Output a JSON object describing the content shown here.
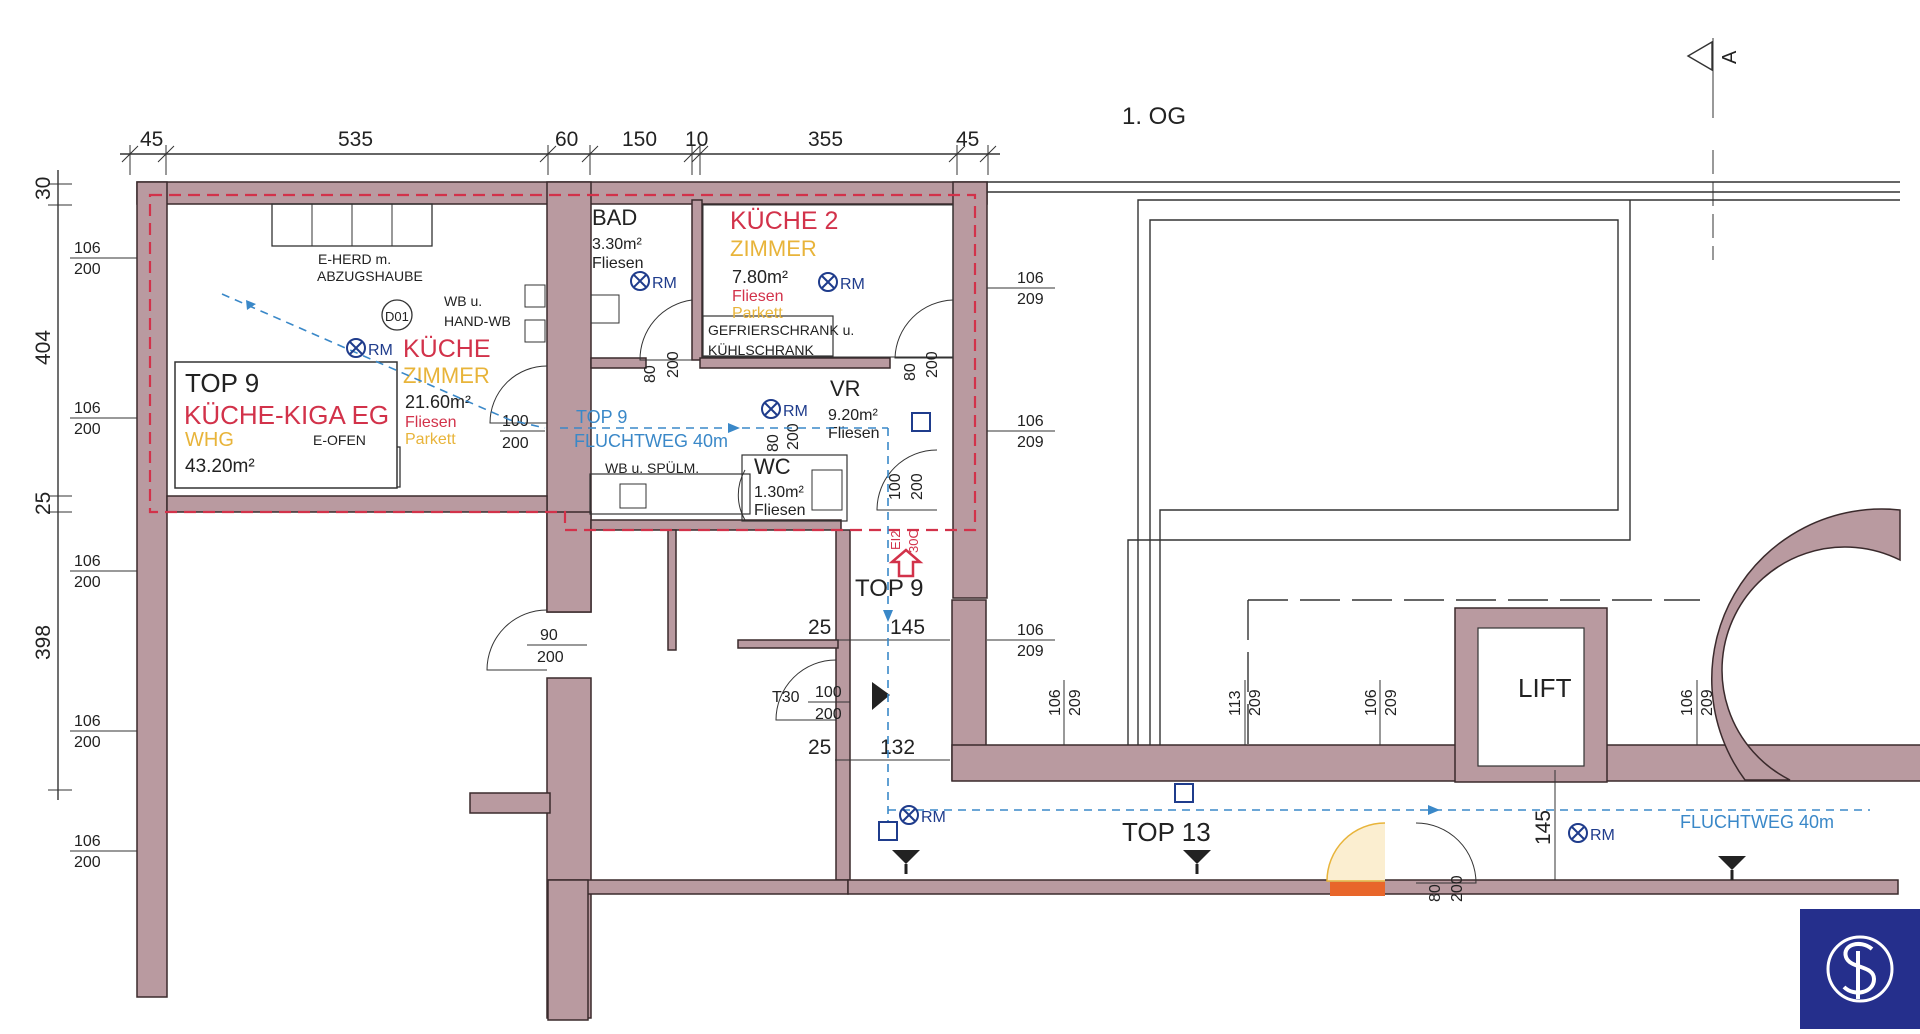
{
  "floor_label": "1. OG",
  "section_marker": "A",
  "dims_top": [
    "45",
    "535",
    "60",
    "150",
    "10",
    "355",
    "45"
  ],
  "dims_left": [
    "30",
    "404",
    "25",
    "398"
  ],
  "window_dims": {
    "w106_200": [
      "106",
      "200"
    ],
    "w106_209": [
      "106",
      "209"
    ],
    "w113_209": [
      "113",
      "209"
    ]
  },
  "rooms": {
    "kueche_zimmer": {
      "title_1": "KÜCHE",
      "title_2": "ZIMMER",
      "area": "21.60m²",
      "floor_1": "Fliesen",
      "floor_2": "Parkett"
    },
    "bad": {
      "title": "BAD",
      "area": "3.30m²",
      "floor": "Fliesen"
    },
    "kueche2": {
      "title_1": "KÜCHE 2",
      "title_2": "ZIMMER",
      "area": "7.80m²",
      "floor_1": "Fliesen",
      "floor_2": "Parkett"
    },
    "vr": {
      "title": "VR",
      "area": "9.20m²",
      "floor": "Fliesen"
    },
    "wc": {
      "title": "WC",
      "area": "1.30m²",
      "floor": "Fliesen"
    }
  },
  "unit_box": {
    "top": "TOP 9",
    "name": "KÜCHE-KIGA EG",
    "type": "WHG",
    "area": "43.20m²"
  },
  "labels": {
    "eherd_1": "E-HERD m.",
    "eherd_2": "ABZUGSHAUBE",
    "wb_1": "WB u.",
    "wb_2": "HAND-WB",
    "d01": "D01",
    "eofen": "E-OFEN",
    "wb_spuel": "WB u. SPÜLM.",
    "gefrier_1": "GEFRIERSCHRANK u.",
    "gefrier_2": "KÜHLSCHRANK",
    "lift": "LIFT",
    "top9_corr": "TOP 9",
    "top13": "TOP 13",
    "rm": "RM",
    "t30": "T30",
    "ei30_1": "EI2",
    "ei30_2": "30C"
  },
  "escape": {
    "top": "TOP 9",
    "route_1": "FLUCHTWEG 40m",
    "route_2": "FLUCHTWEG 40m"
  },
  "doors": {
    "d100_200": [
      "100",
      "200"
    ],
    "d80_200": [
      "80",
      "200"
    ],
    "d90_200": [
      "90",
      "200"
    ]
  },
  "corridor_dims": {
    "d25a": "25",
    "d145": "145",
    "d25b": "25",
    "d132": "132",
    "v145": "145",
    "d80": "80",
    "d200": "200"
  },
  "colors": {
    "wall": "#b99aa0",
    "red": "#d2324a",
    "yellow": "#e8b43a",
    "blue": "#3a88c8",
    "navy": "#1f3c8c",
    "logo_bg": "#252f8c"
  },
  "logo_icon": "sp-monogram-logo"
}
